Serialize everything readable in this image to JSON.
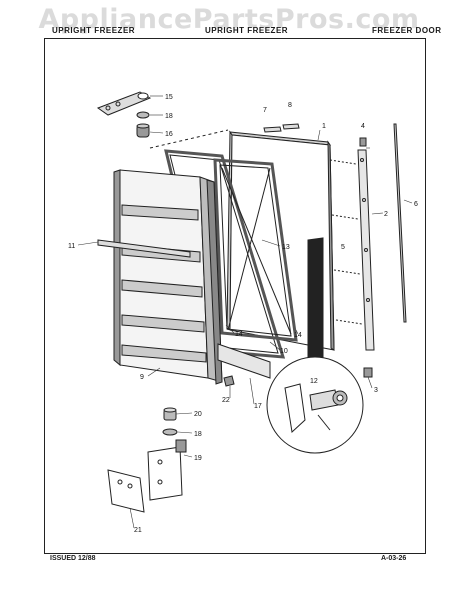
{
  "watermark": "AppliancePartsPros.com",
  "header": {
    "left": "UPRIGHT FREEZER",
    "center": "UPRIGHT FREEZER",
    "right": "FREEZER DOOR"
  },
  "footer": {
    "issued": "ISSUED 12/88",
    "page_code": "A-03-26"
  },
  "callouts": [
    "1",
    "2",
    "3",
    "4",
    "5",
    "6",
    "7",
    "8",
    "9",
    "10",
    "11",
    "12",
    "13",
    "14",
    "14",
    "15",
    "16",
    "17",
    "18",
    "18",
    "19",
    "20",
    "21",
    "22"
  ]
}
